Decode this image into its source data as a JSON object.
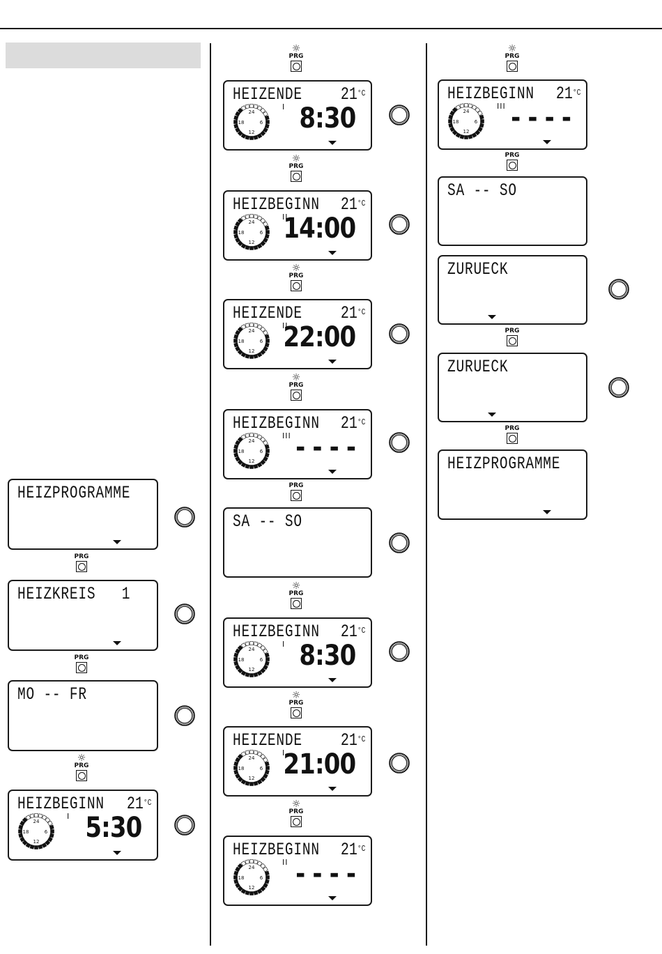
{
  "prg_label": "PRG",
  "col1": {
    "screens": [
      {
        "title": "HEIZPROGRAMME"
      },
      {
        "title": "HEIZKREIS   1"
      },
      {
        "title": "MO -- FR"
      },
      {
        "title": "HEIZBEGINN",
        "temp": "21",
        "unit": "°C",
        "period": "I",
        "time": "5:30"
      }
    ]
  },
  "col2": {
    "screens": [
      {
        "title": "HEIZENDE",
        "temp": "21",
        "unit": "°C",
        "period": "I",
        "time": "8:30"
      },
      {
        "title": "HEIZBEGINN",
        "temp": "21",
        "unit": "°C",
        "period": "II",
        "time": "14:00"
      },
      {
        "title": "HEIZENDE",
        "temp": "21",
        "unit": "°C",
        "period": "II",
        "time": "22:00"
      },
      {
        "title": "HEIZBEGINN",
        "temp": "21",
        "unit": "°C",
        "period": "III",
        "time": "- - - -"
      },
      {
        "title": "SA -- SO"
      },
      {
        "title": "HEIZBEGINN",
        "temp": "21",
        "unit": "°C",
        "period": "I",
        "time": "8:30"
      },
      {
        "title": "HEIZENDE",
        "temp": "21",
        "unit": "°C",
        "period": "I",
        "time": "21:00"
      },
      {
        "title": "HEIZBEGINN",
        "temp": "21",
        "unit": "°C",
        "period": "II",
        "time": "- - - -"
      }
    ]
  },
  "col3": {
    "screens": [
      {
        "title": "HEIZBEGINN",
        "temp": "21",
        "unit": "°C",
        "period": "III",
        "time": "- - - -"
      },
      {
        "title": "SA -- SO"
      },
      {
        "title": "ZURUECK"
      },
      {
        "title": "ZURUECK"
      },
      {
        "title": "HEIZPROGRAMME"
      }
    ]
  },
  "clock_labels": {
    "top": "24",
    "right": "6",
    "bottom": "12",
    "left": "18"
  }
}
